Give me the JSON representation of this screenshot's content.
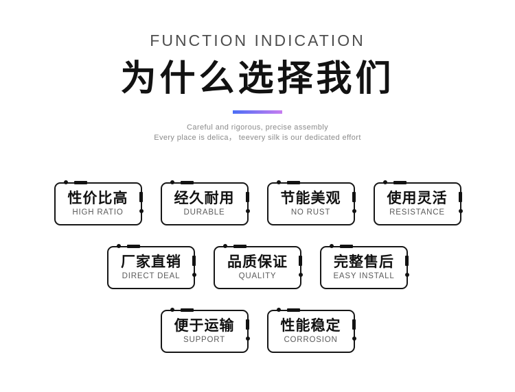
{
  "header": {
    "eyebrow": "FUNCTION INDICATION",
    "title": "为什么选择我们",
    "subtitle_line1": "Careful and rigorous, precise assembly",
    "subtitle_line2": "Every place is delica， teevery silk is our dedicated effort"
  },
  "divider": {
    "gradient_start": "#4b6ef5",
    "gradient_end": "#c77df0"
  },
  "features": {
    "rows": [
      [
        {
          "zh": "性价比高",
          "en": "HIGH RATIO"
        },
        {
          "zh": "经久耐用",
          "en": "DURABLE"
        },
        {
          "zh": "节能美观",
          "en": "NO RUST"
        },
        {
          "zh": "使用灵活",
          "en": "RESISTANCE"
        }
      ],
      [
        {
          "zh": "厂家直销",
          "en": "DIRECT DEAL"
        },
        {
          "zh": "品质保证",
          "en": "QUALITY"
        },
        {
          "zh": "完整售后",
          "en": "EASY INSTALL"
        }
      ],
      [
        {
          "zh": "便于运输",
          "en": "SUPPORT"
        },
        {
          "zh": "性能稳定",
          "en": "CORROSION"
        }
      ]
    ]
  }
}
